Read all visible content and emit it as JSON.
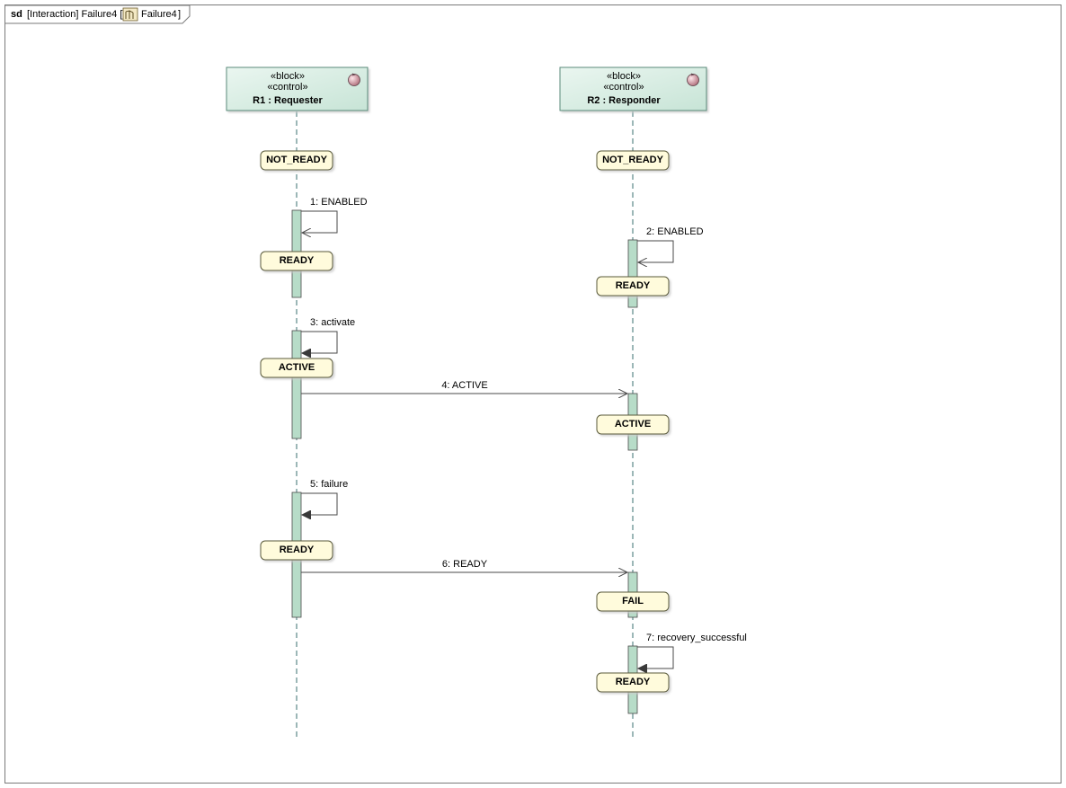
{
  "frame": {
    "kind": "sd",
    "label_prefix": "[Interaction] Failure4 [",
    "label_name": "Failure4",
    "label_suffix": "]",
    "icon": "interaction-diagram-icon"
  },
  "lifelines": [
    {
      "id": "R1",
      "stereotypes": [
        "«block»",
        "«control»"
      ],
      "name": "R1 : Requester",
      "icon": "control-circle-icon",
      "header_color": "#d3ebe0"
    },
    {
      "id": "R2",
      "stereotypes": [
        "«block»",
        "«control»"
      ],
      "name": "R2 : Responder",
      "icon": "control-circle-icon",
      "header_color": "#d3ebe0"
    }
  ],
  "state_invariants": [
    {
      "lifeline": "R1",
      "label": "NOT_READY"
    },
    {
      "lifeline": "R2",
      "label": "NOT_READY"
    },
    {
      "lifeline": "R1",
      "label": "READY"
    },
    {
      "lifeline": "R2",
      "label": "READY"
    },
    {
      "lifeline": "R1",
      "label": "ACTIVE"
    },
    {
      "lifeline": "R2",
      "label": "ACTIVE"
    },
    {
      "lifeline": "R1",
      "label": "READY"
    },
    {
      "lifeline": "R2",
      "label": "FAIL"
    },
    {
      "lifeline": "R2",
      "label": "READY"
    }
  ],
  "messages": [
    {
      "number": "1",
      "name": "ENABLED",
      "label": "1: ENABLED",
      "from": "R1",
      "to": "R1",
      "kind": "async-self"
    },
    {
      "number": "2",
      "name": "ENABLED",
      "label": "2: ENABLED",
      "from": "R2",
      "to": "R2",
      "kind": "async-self"
    },
    {
      "number": "3",
      "name": "activate",
      "label": "3: activate",
      "from": "R1",
      "to": "R1",
      "kind": "sync-self"
    },
    {
      "number": "4",
      "name": "ACTIVE",
      "label": "4: ACTIVE",
      "from": "R1",
      "to": "R2",
      "kind": "async"
    },
    {
      "number": "5",
      "name": "failure",
      "label": "5: failure",
      "from": "R1",
      "to": "R1",
      "kind": "sync-self"
    },
    {
      "number": "6",
      "name": "READY",
      "label": "6: READY",
      "from": "R1",
      "to": "R2",
      "kind": "async"
    },
    {
      "number": "7",
      "name": "recovery_successful",
      "label": "7: recovery_successful",
      "from": "R2",
      "to": "R2",
      "kind": "sync-self"
    }
  ],
  "colors": {
    "activation_fill": "#b7dcc8",
    "state_fill": "#fffbdc",
    "line": "#4a4a4a",
    "lifeline_dash": "#3a6f6f"
  }
}
